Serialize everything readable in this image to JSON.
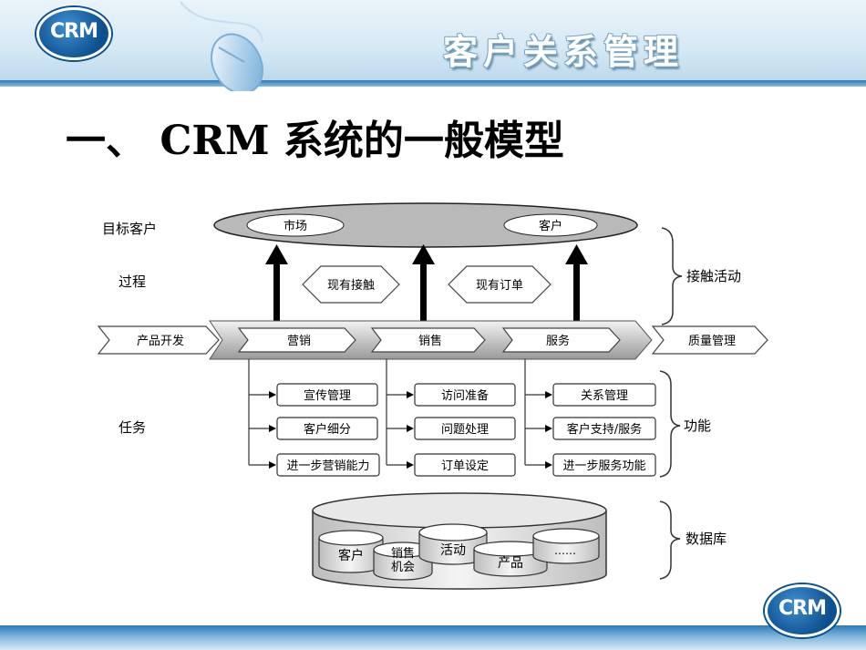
{
  "header": {
    "logo_text": "CRM",
    "brand_title": "客户关系管理"
  },
  "page_title": "一、 CRM 系统的一般模型",
  "diagram": {
    "left_labels": [
      "目标客户",
      "过程",
      "任务"
    ],
    "right_labels": [
      "接触活动",
      "功能",
      "数据库"
    ],
    "target_ellipses": [
      "市场",
      "客户"
    ],
    "process_hexagons": [
      "现有接触",
      "现有订单"
    ],
    "chain": [
      "产品开发",
      "营销",
      "销售",
      "服务",
      "质量管理"
    ],
    "tasks": [
      [
        "宣传管理",
        "客户细分",
        "进一步营销能力"
      ],
      [
        "访问准备",
        "问题处理",
        "订单设定"
      ],
      [
        "关系管理",
        "客户支持/服务",
        "进一步服务功能"
      ]
    ],
    "database": {
      "cylinders": [
        "客户",
        "销售机会",
        "活动",
        "产品",
        "……"
      ]
    }
  },
  "footer": {
    "logo_text": "CRM"
  }
}
